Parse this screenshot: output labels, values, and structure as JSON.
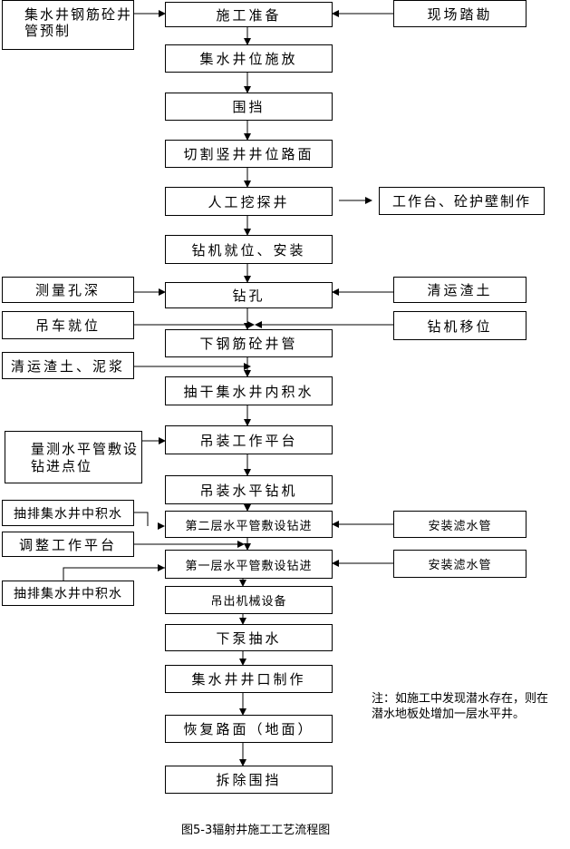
{
  "flow": {
    "main": [
      "施工准备",
      "集水井位施放",
      "围挡",
      "切割竖井井位路面",
      "人工挖探井",
      "钻机就位、安装",
      "钻孔",
      "下钢筋砼井管",
      "抽干集水井内积水",
      "吊装工作平台",
      "吊装水平钻机",
      "第二层水平管敷设钻进",
      "第一层水平管敷设钻进",
      "吊出机械设备",
      "下泵抽水",
      "集水井井口制作",
      "恢复路面（地面）",
      "拆除围挡"
    ],
    "left": {
      "precast": "集水井钢筋砼井管预制",
      "measure_depth": "测量孔深",
      "crane": "吊车就位",
      "clear_mud": "清运渣土、泥浆",
      "survey": "量测水平管敷设钻进点位",
      "pump1": "抽排集水井中积水",
      "adjust": "调整工作平台",
      "pump2": "抽排集水井中积水"
    },
    "right": {
      "survey_site": "现场踏勘",
      "platform": "工作台、砼护壁制作",
      "clear_soil": "清运渣土",
      "move_rig": "钻机移位",
      "filter1": "安装滤水管",
      "filter2": "安装滤水管"
    },
    "note": "注：如施工中发现潜水存在，则在潜水地板处增加一层水平井。",
    "caption": "图5-3辐射井施工工艺流程图"
  }
}
